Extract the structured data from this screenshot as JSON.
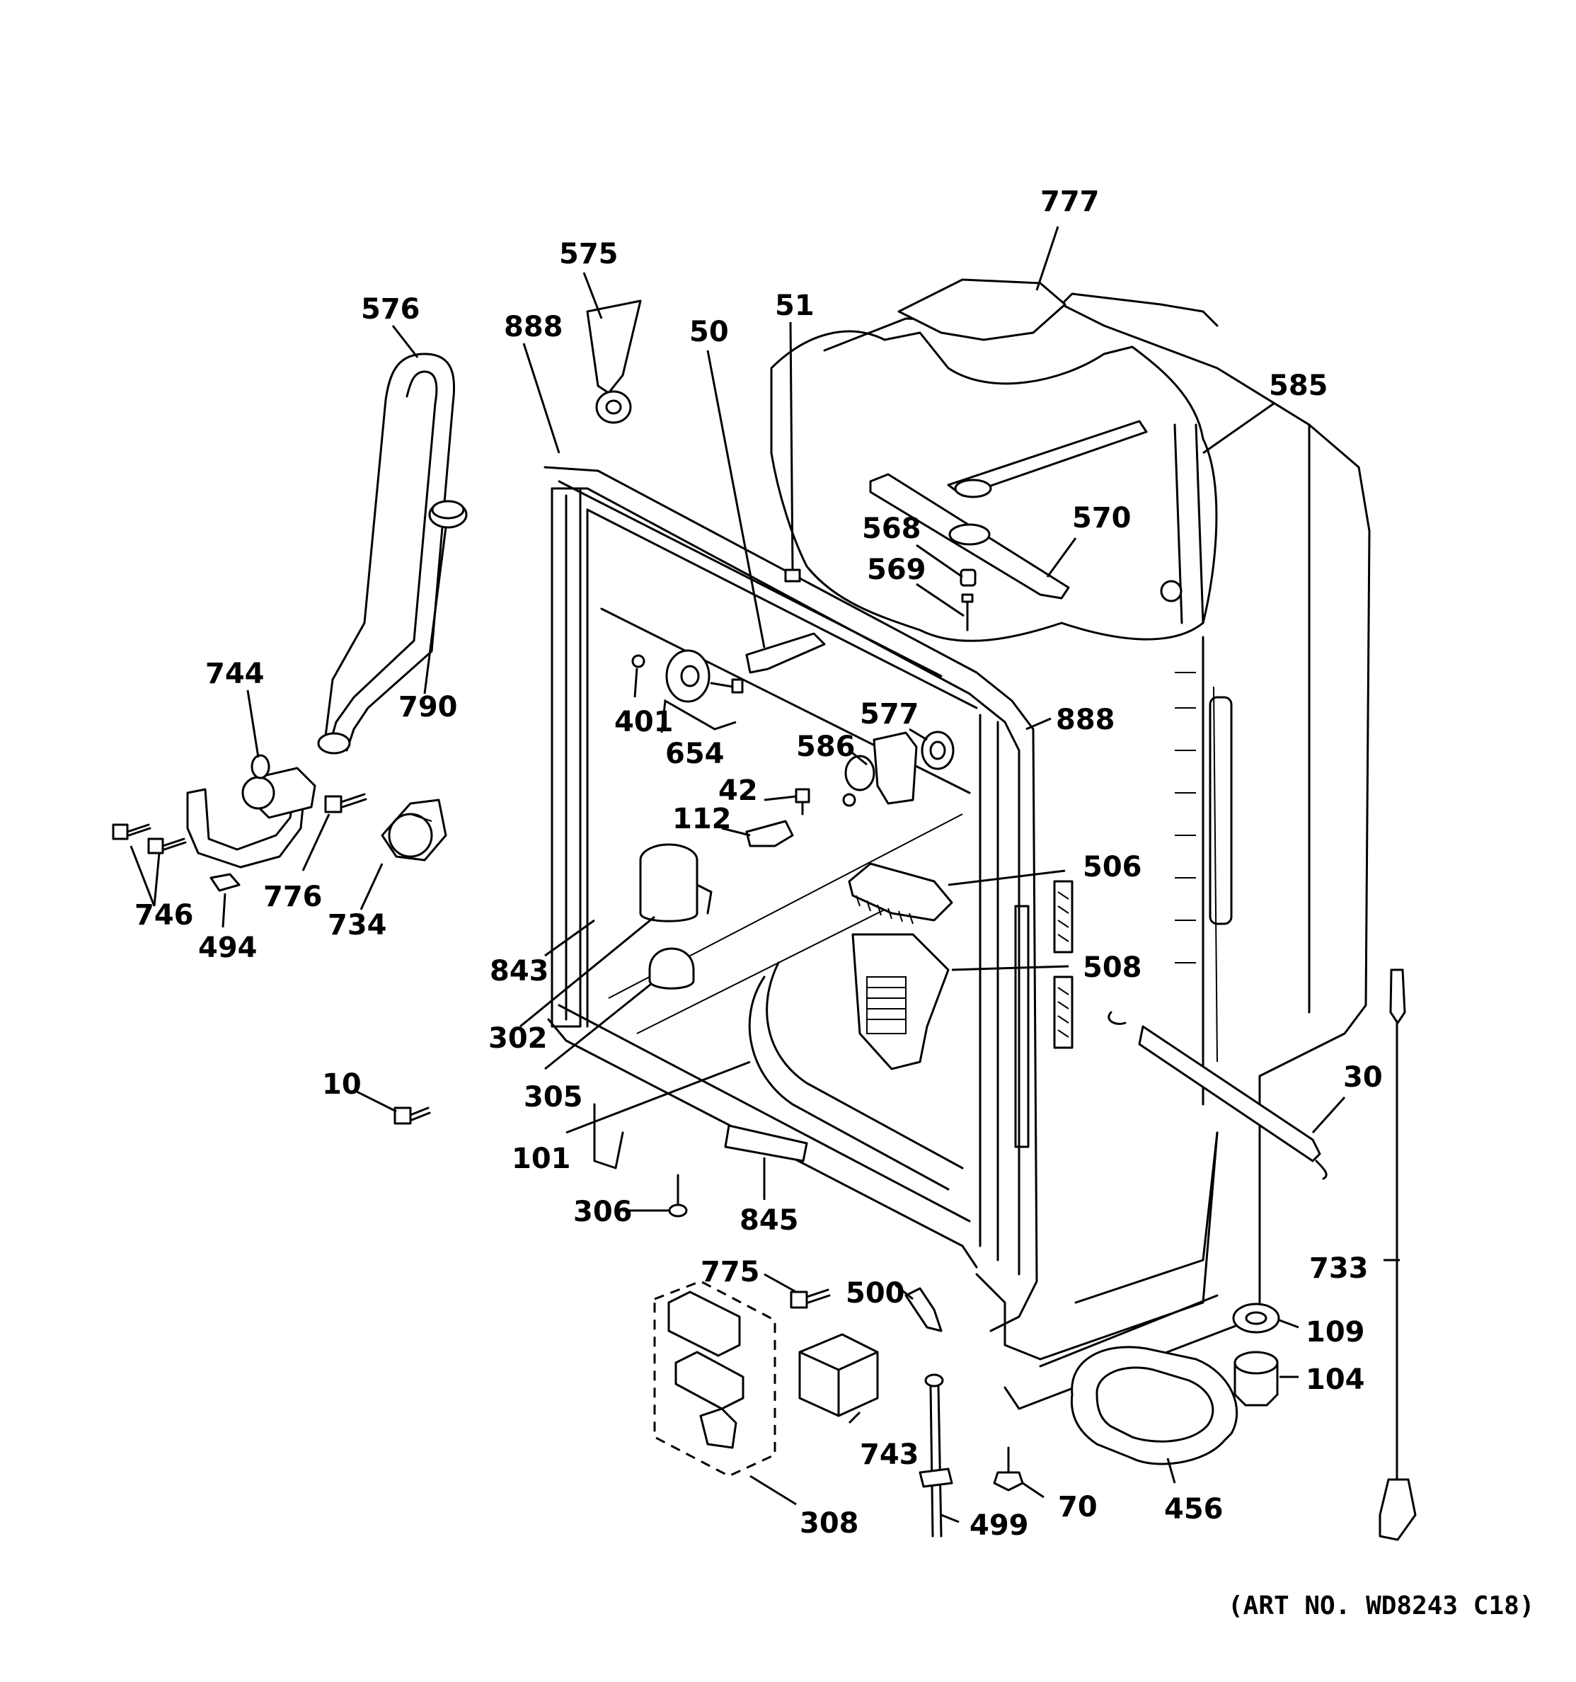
{
  "diagram": {
    "labels": [
      "777",
      "575",
      "576",
      "888",
      "50",
      "51",
      "585",
      "568",
      "570",
      "569",
      "744",
      "790",
      "401",
      "654",
      "577",
      "586",
      "42",
      "112",
      "746",
      "776",
      "734",
      "494",
      "506",
      "843",
      "508",
      "302",
      "305",
      "10",
      "101",
      "30",
      "306",
      "845",
      "775",
      "500",
      "733",
      "109",
      "104",
      "743",
      "70",
      "456",
      "308",
      "499"
    ],
    "art_number": "(ART NO. WD8243 C18)"
  }
}
